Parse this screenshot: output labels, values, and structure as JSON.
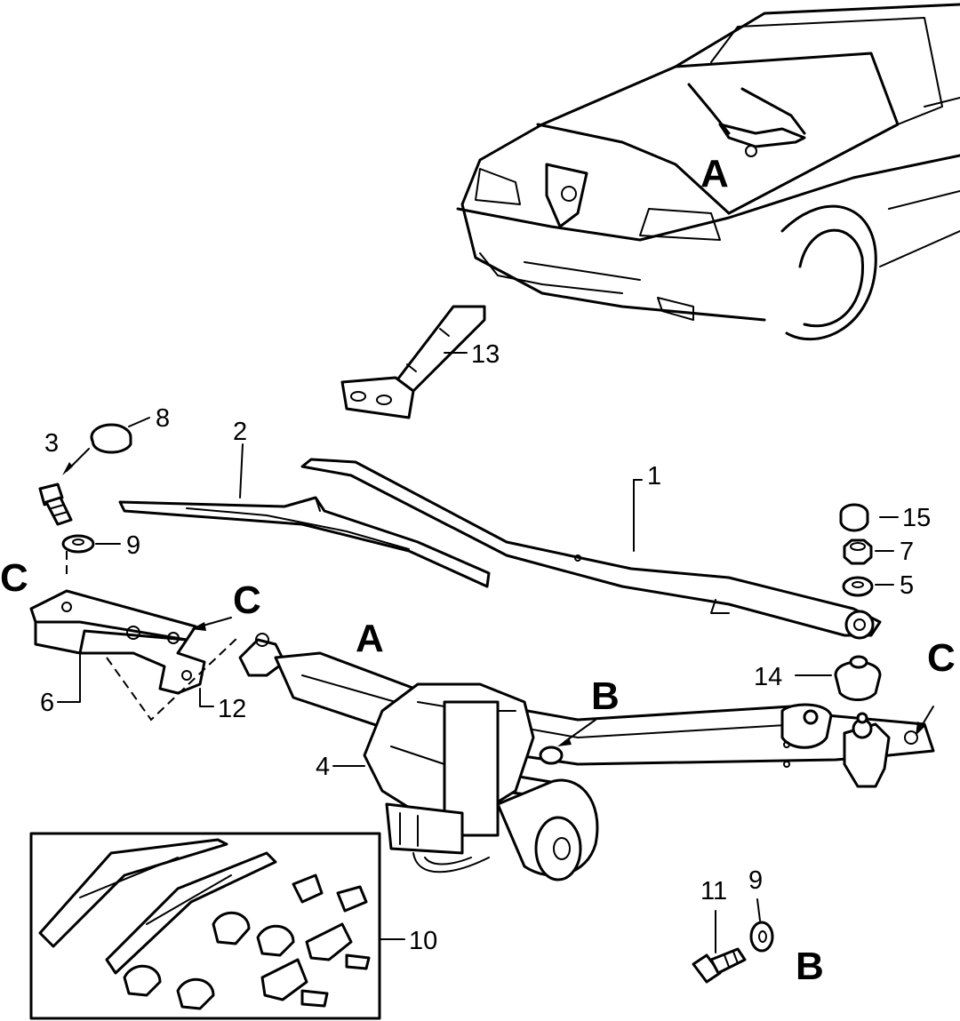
{
  "callouts": {
    "n1": "1",
    "n2": "2",
    "n3": "3",
    "n4": "4",
    "n5": "5",
    "n6": "6",
    "n7": "7",
    "n8": "8",
    "n9a": "9",
    "n9b": "9",
    "n10": "10",
    "n11": "11",
    "n12": "12",
    "n13": "13",
    "n14": "14",
    "n15": "15"
  },
  "view_letters": {
    "a_car": "A",
    "a_main": "A",
    "b_main": "B",
    "b_detail": "B",
    "c_left": "C",
    "c_mid": "C",
    "c_right": "C"
  }
}
